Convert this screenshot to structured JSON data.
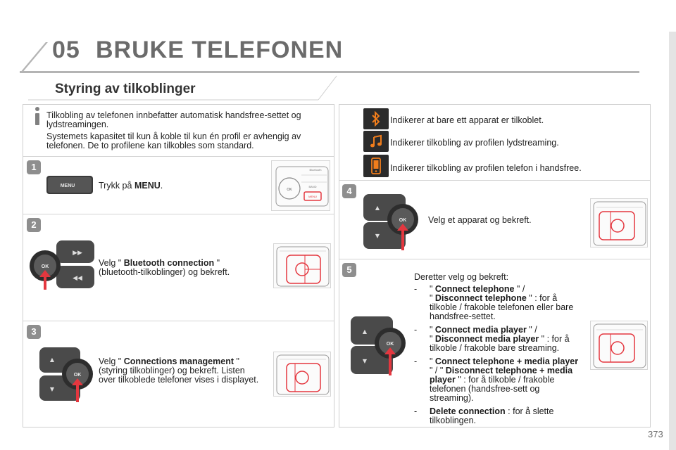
{
  "header": {
    "chapter_number": "05",
    "chapter_title": "BRUKE TELEFONEN"
  },
  "section": {
    "title": "Styring av tilkoblinger"
  },
  "info": {
    "para1": "Tilkobling av telefonen innbefatter automatisk handsfree-settet og lydstreamingen.",
    "para2": "Systemets kapasitet til kun å koble til kun én profil er avhengig av telefonen. De to profilene kan tilkobles som standard."
  },
  "status_icons": [
    {
      "icon": "bluetooth-icon",
      "text": "Indikerer at bare ett apparat er tilkoblet.",
      "color": "#f07d1c"
    },
    {
      "icon": "music-note-icon",
      "text": "Indikerer tilkobling av profilen lydstreaming.",
      "color": "#f07d1c"
    },
    {
      "icon": "phone-icon",
      "text": "Indikerer tilkobling av profilen telefon i handsfree.",
      "color": "#f07d1c"
    }
  ],
  "steps": {
    "s1": {
      "number": "1",
      "prefix": "Trykk på ",
      "bold": "MENU",
      "suffix": ".",
      "button_label": "MENU",
      "thumb_labels": {
        "bluetooth": "Bluetooth",
        "menu": "MENU",
        "ok": "OK",
        "band": "BAND"
      }
    },
    "s2": {
      "number": "2",
      "prefix": "Velg \" ",
      "bold": "Bluetooth connection",
      "suffix": " \"",
      "line2": "(bluetooth-tilkoblinger) og bekreft.",
      "knob_label": "OK"
    },
    "s3": {
      "number": "3",
      "prefix": "Velg \" ",
      "bold": "Connections management",
      "suffix": " \"",
      "line2": "(styring tilkoblinger) og bekreft. Listen over tilkoblede telefoner vises i displayet.",
      "knob_label": "OK"
    },
    "s4": {
      "number": "4",
      "text": "Velg et apparat og bekreft.",
      "knob_label": "OK"
    },
    "s5": {
      "number": "5",
      "intro": "Deretter velg og bekreft:",
      "knob_label": "OK",
      "items": [
        {
          "dash": "-",
          "q1": "\" ",
          "b1": "Connect telephone",
          "m1": " \" /",
          "q2": "\" ",
          "b2": "Disconnect telephone",
          "rest": " \" : for å tilkoble / frakoble telefonen eller bare handsfree-settet."
        },
        {
          "dash": "-",
          "q1": "\" ",
          "b1": "Connect media player",
          "m1": " \" /",
          "q2": "\" ",
          "b2": "Disconnect media player",
          "rest": " \" : for å tilkoble / frakoble bare streaming."
        },
        {
          "dash": "-",
          "q1": "\" ",
          "b1": "Connect telephone + media player",
          "m1": " \" / \" ",
          "q2": "",
          "b2": "Disconnect telephone + media player",
          "rest": " \" : for å tilkoble / frakoble telefonen (handsfree-sett og streaming)."
        },
        {
          "dash": "-",
          "q1": "",
          "b1": "Delete connection",
          "m1": "",
          "q2": "",
          "b2": "",
          "rest": " : for å slette tilkoblingen."
        }
      ]
    }
  },
  "footer": {
    "page_number": "373"
  },
  "colors": {
    "accent_red": "#e4373f",
    "icon_orange": "#f07d1c",
    "heading_gray": "#6b6b6b"
  }
}
